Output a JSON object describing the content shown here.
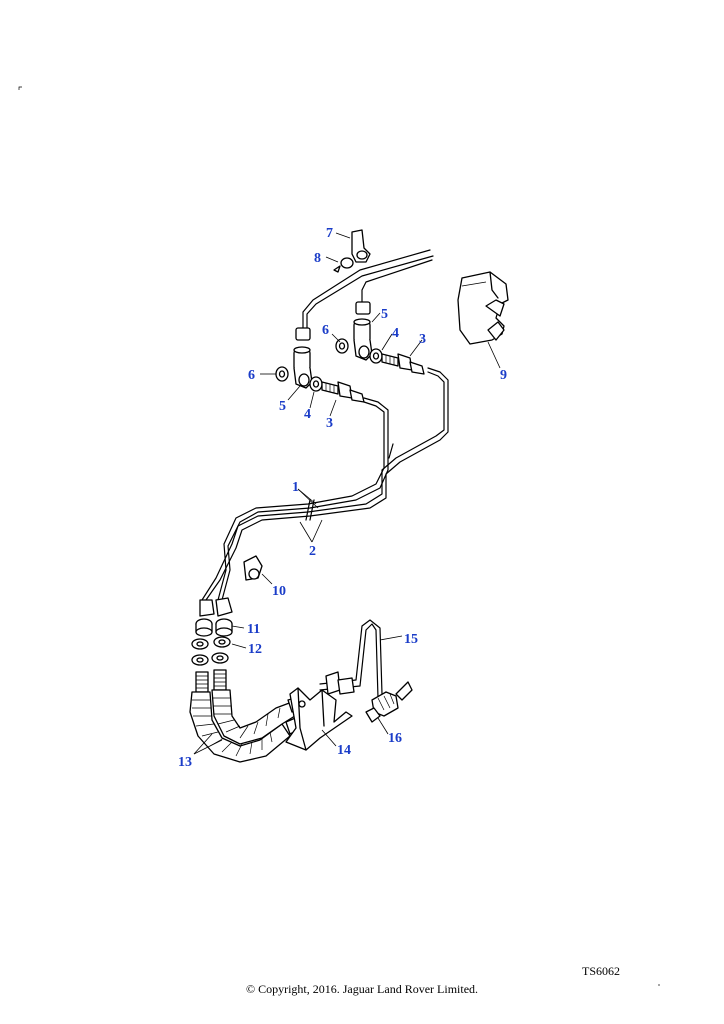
{
  "diagram": {
    "reference_code": "TS6062",
    "copyright": "© Copyright, 2016. Jaguar Land Rover Limited.",
    "callouts": {
      "c1": "1",
      "c2": "2",
      "c3a": "3",
      "c3b": "3",
      "c4a": "4",
      "c4b": "4",
      "c5a": "5",
      "c5b": "5",
      "c6a": "6",
      "c6b": "6",
      "c7": "7",
      "c8": "8",
      "c9": "9",
      "c10": "10",
      "c11": "11",
      "c12": "12",
      "c13": "13",
      "c14": "14",
      "c15": "15",
      "c16": "16"
    },
    "callout_color": "#1a3cc8"
  }
}
